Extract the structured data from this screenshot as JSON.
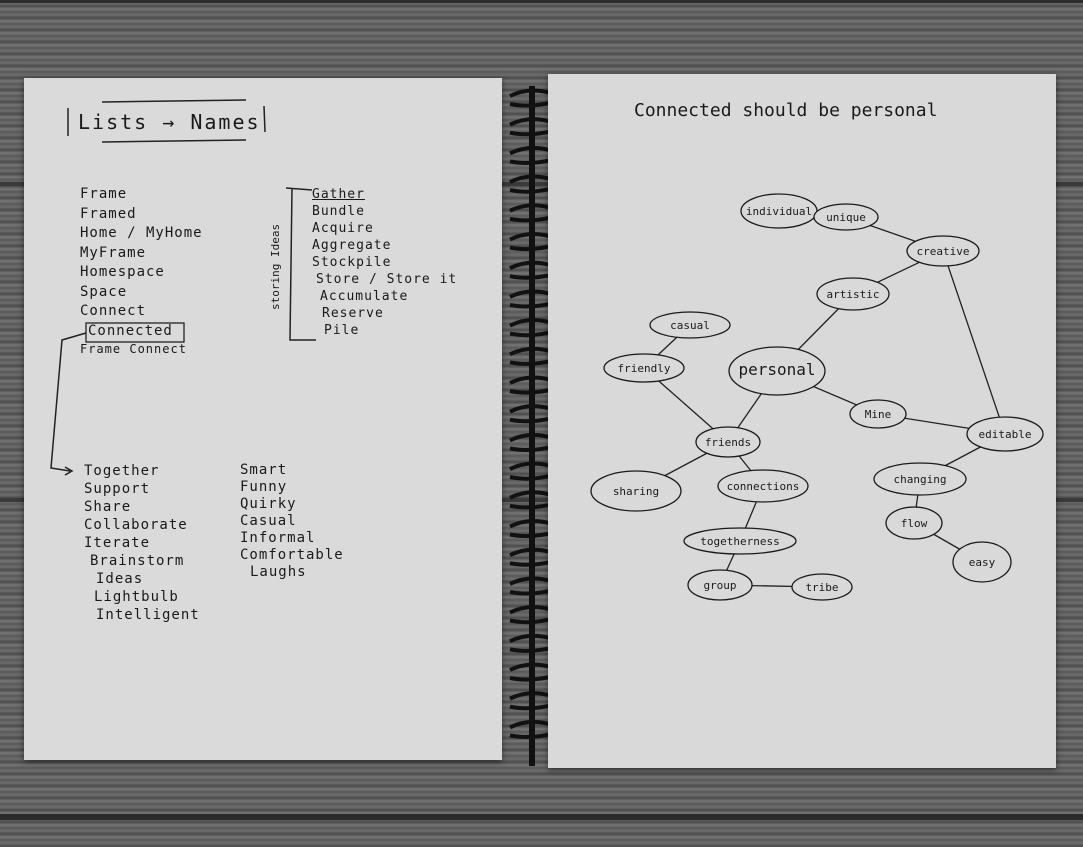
{
  "left_page": {
    "heading": "Lists → Names",
    "list_a": [
      "Frame",
      "Framed",
      "Home / MyHome",
      "MyFrame",
      "Homespace",
      "Space",
      "Connect",
      "Connected",
      "Frame Connect"
    ],
    "list_b": [
      "Gather",
      "Bundle",
      "Acquire",
      "Aggregate",
      "Stockpile",
      "Store / Store it",
      "Accumulate",
      "Reserve",
      "Pile"
    ],
    "list_b_side_label": "storing Ideas",
    "list_c": [
      "Together",
      "Support",
      "Share",
      "Collaborate",
      "Iterate",
      "Brainstorm",
      "Ideas",
      "Lightbulb",
      "Intelligent"
    ],
    "list_d": [
      "Smart",
      "Funny",
      "Quirky",
      "Casual",
      "Informal",
      "Comfortable",
      "Laughs"
    ]
  },
  "right_page": {
    "heading": "Connected should be personal",
    "mind_map": {
      "center": "personal",
      "nodes": [
        "individual",
        "unique",
        "creative",
        "artistic",
        "casual",
        "friendly",
        "personal",
        "Mine",
        "editable",
        "friends",
        "sharing",
        "connections",
        "togetherness",
        "group",
        "tribe",
        "changing",
        "flow",
        "easy"
      ],
      "links": [
        [
          "individual",
          "unique"
        ],
        [
          "unique",
          "creative"
        ],
        [
          "creative",
          "artistic"
        ],
        [
          "creative",
          "editable"
        ],
        [
          "artistic",
          "personal"
        ],
        [
          "casual",
          "friendly"
        ],
        [
          "friendly",
          "friends"
        ],
        [
          "personal",
          "friends"
        ],
        [
          "personal",
          "Mine"
        ],
        [
          "Mine",
          "editable"
        ],
        [
          "editable",
          "changing"
        ],
        [
          "changing",
          "flow"
        ],
        [
          "flow",
          "easy"
        ],
        [
          "friends",
          "sharing"
        ],
        [
          "friends",
          "connections"
        ],
        [
          "connections",
          "togetherness"
        ],
        [
          "togetherness",
          "group"
        ],
        [
          "group",
          "tribe"
        ]
      ]
    }
  }
}
